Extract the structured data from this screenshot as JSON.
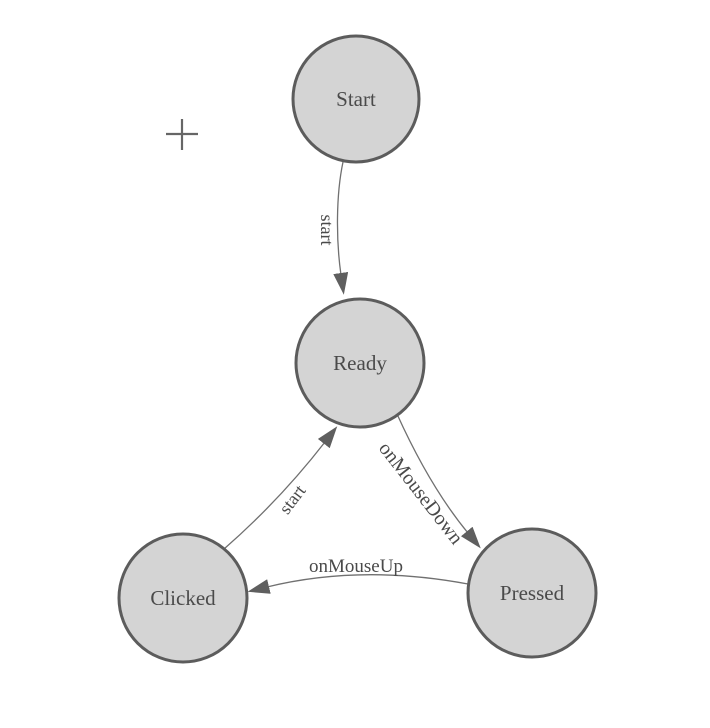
{
  "diagram": {
    "type": "state-machine",
    "background": "#ffffff",
    "node_fill": "#d4d4d4",
    "node_stroke": "#5c5c5c",
    "edge_color": "#707070",
    "arrow_color": "#5f5f5f",
    "label_color": "#4a4a4a",
    "cursor_color": "#666666",
    "nodes": [
      {
        "id": "start",
        "label": "Start"
      },
      {
        "id": "ready",
        "label": "Ready"
      },
      {
        "id": "clicked",
        "label": "Clicked"
      },
      {
        "id": "pressed",
        "label": "Pressed"
      }
    ],
    "edges": [
      {
        "from": "Start",
        "to": "Ready",
        "label": "start"
      },
      {
        "from": "Clicked",
        "to": "Ready",
        "label": "start"
      },
      {
        "from": "Ready",
        "to": "Pressed",
        "label": "onMouseDown"
      },
      {
        "from": "Pressed",
        "to": "Clicked",
        "label": "onMouseUp"
      }
    ]
  }
}
